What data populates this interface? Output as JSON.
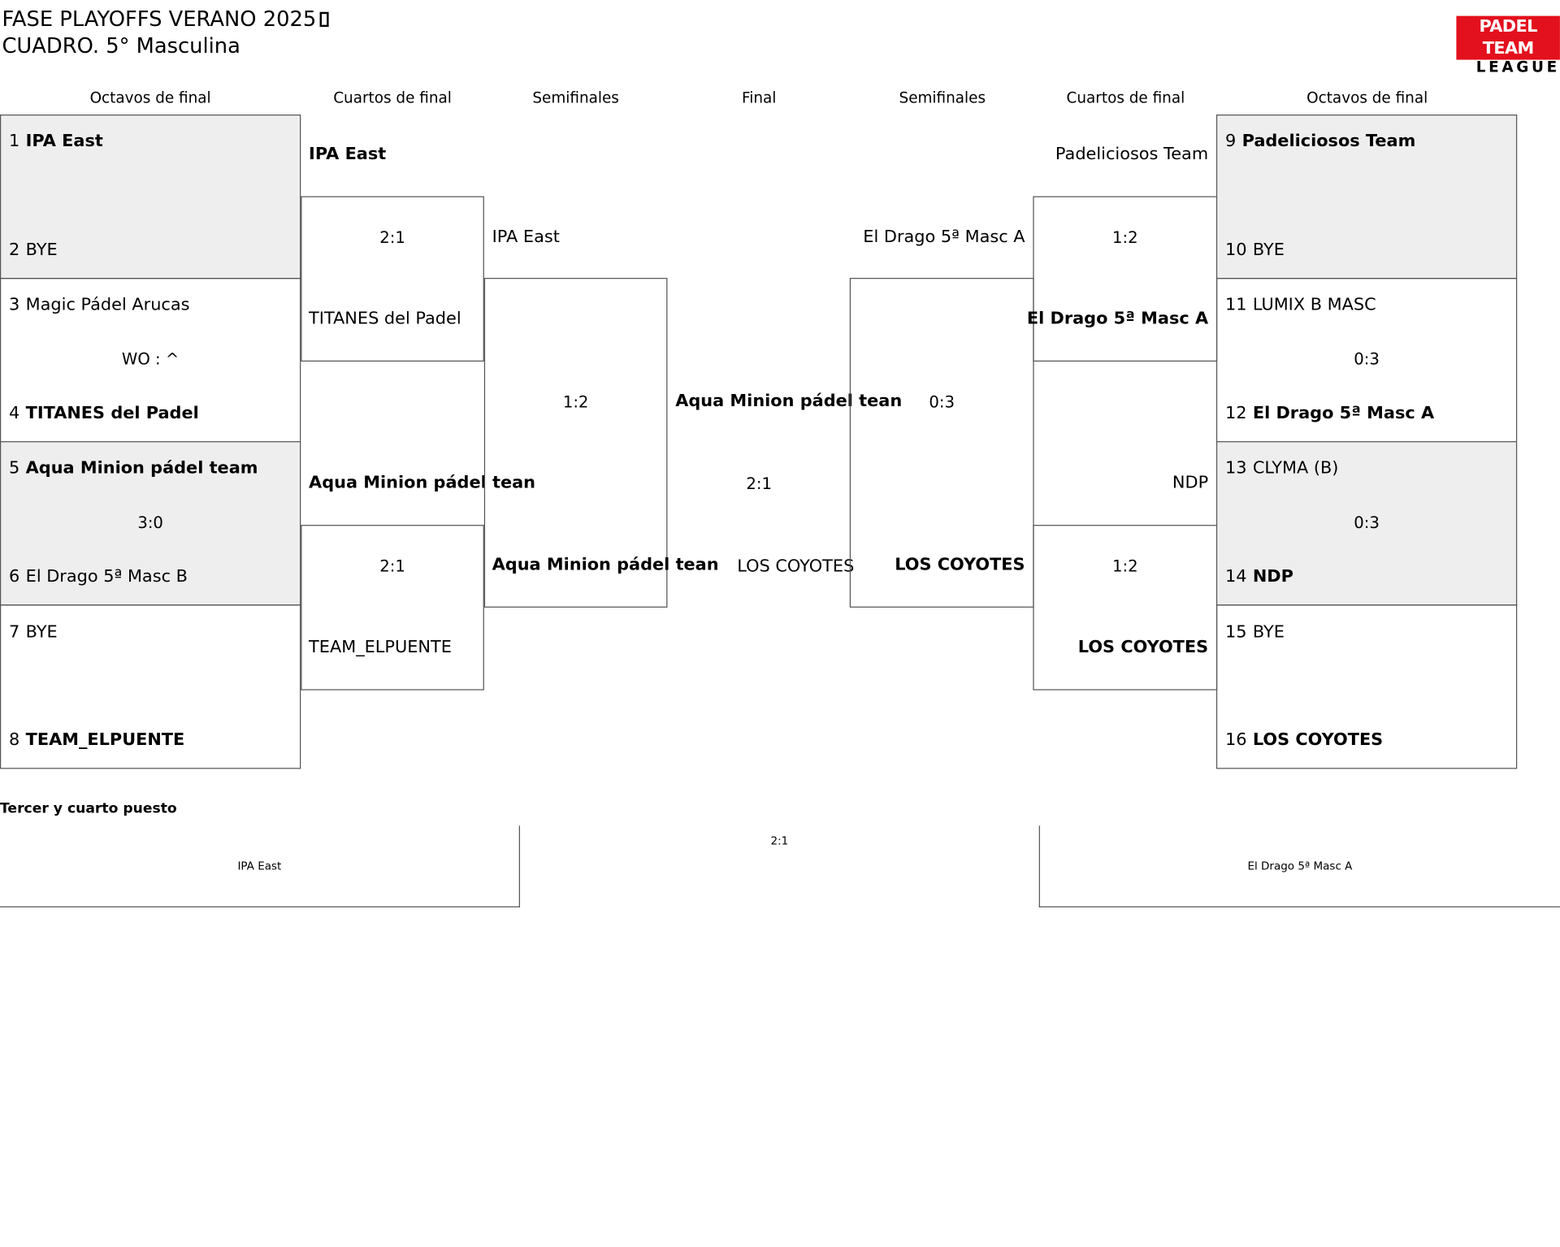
{
  "title_line1": "FASE PLAYOFFS VERANO 2025",
  "title_line2": "CUADRO. 5° Masculina",
  "logo": {
    "top": "PADEL TEAM",
    "bottom": "LEAGUE",
    "color": "#e3101d"
  },
  "rounds": {
    "left": [
      "Octavos de final",
      "Cuartos de final",
      "Semifinales"
    ],
    "final": "Final",
    "right": [
      "Semifinales",
      "Cuartos de final",
      "Octavos de final"
    ]
  },
  "left_r16": [
    {
      "teams": [
        {
          "seed": "1",
          "name": "IPA East"
        },
        {
          "seed": "2",
          "name": "BYE"
        }
      ],
      "score": ""
    },
    {
      "teams": [
        {
          "seed": "3",
          "name": "Magic Pádel Arucas"
        },
        {
          "seed": "4",
          "name": "TITANES del Padel"
        }
      ],
      "score": "WO : ^"
    },
    {
      "teams": [
        {
          "seed": "5",
          "name": "Aqua Minion pádel team"
        },
        {
          "seed": "6",
          "name": "El Drago 5ª Masc B"
        }
      ],
      "score": "3:0"
    },
    {
      "teams": [
        {
          "seed": "7",
          "name": "BYE"
        },
        {
          "seed": "8",
          "name": "TEAM_ELPUENTE"
        }
      ],
      "score": ""
    }
  ],
  "right_r16": [
    {
      "teams": [
        {
          "seed": "9",
          "name": "Padeliciosos Team"
        },
        {
          "seed": "10",
          "name": "BYE"
        }
      ],
      "score": ""
    },
    {
      "teams": [
        {
          "seed": "11",
          "name": "LUMIX B MASC"
        },
        {
          "seed": "12",
          "name": "El Drago 5ª Masc A"
        }
      ],
      "score": "0:3"
    },
    {
      "teams": [
        {
          "seed": "13",
          "name": "CLYMA (B)"
        },
        {
          "seed": "14",
          "name": "NDP"
        }
      ],
      "score": "0:3"
    },
    {
      "teams": [
        {
          "seed": "15",
          "name": "BYE"
        },
        {
          "seed": "16",
          "name": "LOS COYOTES"
        }
      ],
      "score": ""
    }
  ],
  "left_qf": [
    {
      "teams": [
        "IPA East",
        "TITANES del Padel"
      ],
      "score": "2:1"
    },
    {
      "teams": [
        "Aqua Minion pádel tean",
        "TEAM_ELPUENTE"
      ],
      "score": "2:1"
    }
  ],
  "right_qf": [
    {
      "teams": [
        "Padeliciosos Team",
        "El Drago 5ª Masc A"
      ],
      "score": "1:2"
    },
    {
      "teams": [
        "NDP",
        "LOS COYOTES"
      ],
      "score": "1:2"
    }
  ],
  "left_sf": {
    "teams": [
      "IPA East",
      "Aqua Minion pádel tean"
    ],
    "score": "1:2"
  },
  "right_sf": {
    "teams": [
      "El Drago 5ª Masc A",
      "LOS COYOTES"
    ],
    "score": "0:3"
  },
  "final": {
    "teams": [
      "Aqua Minion pádel tean",
      "LOS COYOTES"
    ],
    "score": "2:1"
  },
  "third_place": {
    "label": "Tercer y cuarto puesto",
    "teams": [
      "IPA East",
      "El Drago 5ª Masc A"
    ],
    "score": "2:1"
  }
}
